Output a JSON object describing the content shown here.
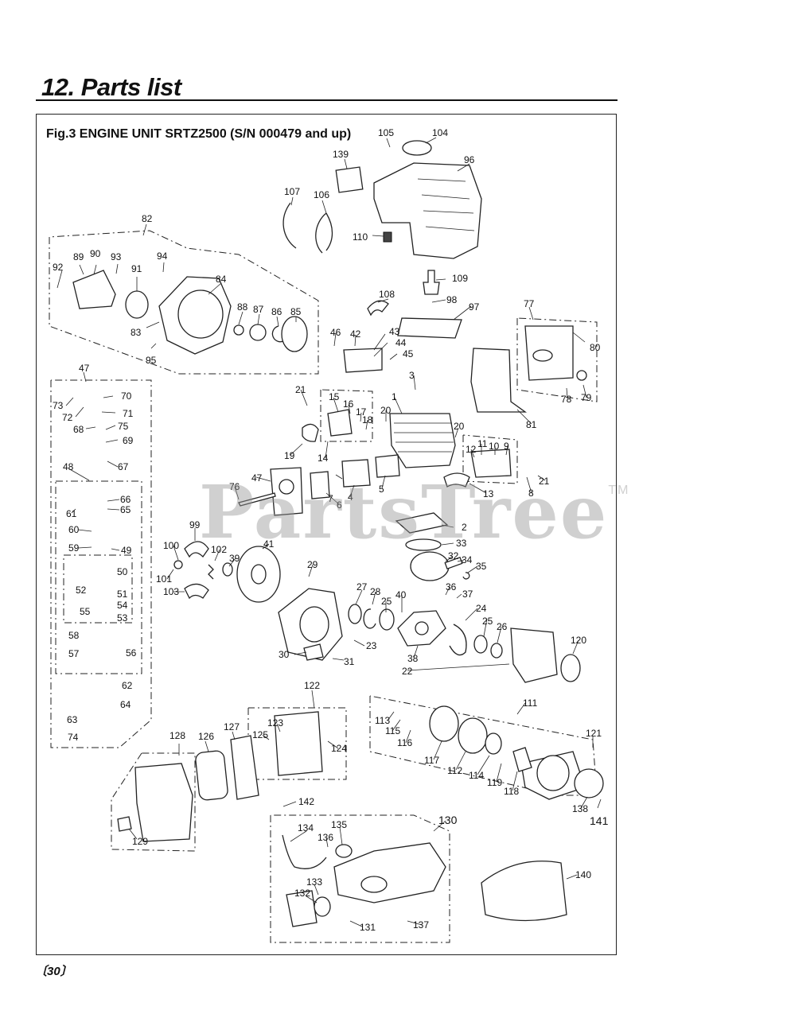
{
  "page": {
    "heading": "12. Parts list",
    "figure_title": "Fig.3 ENGINE UNIT  SRTZ2500 (S/N 000479 and up)",
    "page_number": "〔30〕",
    "watermark": "PartsTree",
    "watermark_tm": "TM"
  },
  "callouts": [
    {
      "id": "c105",
      "text": "105"
    },
    {
      "id": "c104",
      "text": "104"
    },
    {
      "id": "c139",
      "text": "139"
    },
    {
      "id": "c96",
      "text": "96"
    },
    {
      "id": "c107",
      "text": "107"
    },
    {
      "id": "c106",
      "text": "106"
    },
    {
      "id": "c110",
      "text": "110"
    },
    {
      "id": "c82",
      "text": "82"
    },
    {
      "id": "c92",
      "text": "92"
    },
    {
      "id": "c89",
      "text": "89"
    },
    {
      "id": "c90",
      "text": "90"
    },
    {
      "id": "c93",
      "text": "93"
    },
    {
      "id": "c94",
      "text": "94"
    },
    {
      "id": "c91",
      "text": "91"
    },
    {
      "id": "c84",
      "text": "84"
    },
    {
      "id": "c88",
      "text": "88"
    },
    {
      "id": "c87",
      "text": "87"
    },
    {
      "id": "c86",
      "text": "86"
    },
    {
      "id": "c85",
      "text": "85"
    },
    {
      "id": "c83",
      "text": "83"
    },
    {
      "id": "c95",
      "text": "95"
    },
    {
      "id": "c109",
      "text": "109"
    },
    {
      "id": "c108",
      "text": "108"
    },
    {
      "id": "c98",
      "text": "98"
    },
    {
      "id": "c97",
      "text": "97"
    },
    {
      "id": "c77",
      "text": "77"
    },
    {
      "id": "c46",
      "text": "46"
    },
    {
      "id": "c42",
      "text": "42"
    },
    {
      "id": "c43",
      "text": "43"
    },
    {
      "id": "c44",
      "text": "44"
    },
    {
      "id": "c45",
      "text": "45"
    },
    {
      "id": "c80",
      "text": "80"
    },
    {
      "id": "c47a",
      "text": "47"
    },
    {
      "id": "c70",
      "text": "70"
    },
    {
      "id": "c73",
      "text": "73"
    },
    {
      "id": "c72",
      "text": "72"
    },
    {
      "id": "c71",
      "text": "71"
    },
    {
      "id": "c68",
      "text": "68"
    },
    {
      "id": "c75",
      "text": "75"
    },
    {
      "id": "c69",
      "text": "69"
    },
    {
      "id": "c67",
      "text": "67"
    },
    {
      "id": "c48",
      "text": "48"
    },
    {
      "id": "c66",
      "text": "66"
    },
    {
      "id": "c65",
      "text": "65"
    },
    {
      "id": "c61",
      "text": "61"
    },
    {
      "id": "c60",
      "text": "60"
    },
    {
      "id": "c59",
      "text": "59"
    },
    {
      "id": "c49",
      "text": "49"
    },
    {
      "id": "c50",
      "text": "50"
    },
    {
      "id": "c52",
      "text": "52"
    },
    {
      "id": "c51",
      "text": "51"
    },
    {
      "id": "c54",
      "text": "54"
    },
    {
      "id": "c55",
      "text": "55"
    },
    {
      "id": "c53",
      "text": "53"
    },
    {
      "id": "c58",
      "text": "58"
    },
    {
      "id": "c57",
      "text": "57"
    },
    {
      "id": "c56",
      "text": "56"
    },
    {
      "id": "c62",
      "text": "62"
    },
    {
      "id": "c64",
      "text": "64"
    },
    {
      "id": "c63",
      "text": "63"
    },
    {
      "id": "c74",
      "text": "74"
    },
    {
      "id": "c3",
      "text": "3"
    },
    {
      "id": "c21a",
      "text": "21"
    },
    {
      "id": "c15",
      "text": "15"
    },
    {
      "id": "c16",
      "text": "16"
    },
    {
      "id": "c17",
      "text": "17"
    },
    {
      "id": "c18",
      "text": "18"
    },
    {
      "id": "c20a",
      "text": "20"
    },
    {
      "id": "c1",
      "text": "1"
    },
    {
      "id": "c78",
      "text": "78"
    },
    {
      "id": "c79",
      "text": "79"
    },
    {
      "id": "c81",
      "text": "81"
    },
    {
      "id": "c19",
      "text": "19"
    },
    {
      "id": "c14",
      "text": "14"
    },
    {
      "id": "c20b",
      "text": "20"
    },
    {
      "id": "c12",
      "text": "12"
    },
    {
      "id": "c11",
      "text": "11"
    },
    {
      "id": "c10",
      "text": "10"
    },
    {
      "id": "c9",
      "text": "9"
    },
    {
      "id": "c76",
      "text": "76"
    },
    {
      "id": "c47b",
      "text": "47"
    },
    {
      "id": "c7",
      "text": "7"
    },
    {
      "id": "c5",
      "text": "5"
    },
    {
      "id": "c6",
      "text": "6"
    },
    {
      "id": "c4",
      "text": "4"
    },
    {
      "id": "c13",
      "text": "13"
    },
    {
      "id": "c21b",
      "text": "21"
    },
    {
      "id": "c8",
      "text": "8"
    },
    {
      "id": "c2",
      "text": "2"
    },
    {
      "id": "c99",
      "text": "99"
    },
    {
      "id": "c100",
      "text": "100"
    },
    {
      "id": "c102",
      "text": "102"
    },
    {
      "id": "c41",
      "text": "41"
    },
    {
      "id": "c33",
      "text": "33"
    },
    {
      "id": "c32",
      "text": "32"
    },
    {
      "id": "c34",
      "text": "34"
    },
    {
      "id": "c35",
      "text": "35"
    },
    {
      "id": "c101",
      "text": "101"
    },
    {
      "id": "c39",
      "text": "39"
    },
    {
      "id": "c29",
      "text": "29"
    },
    {
      "id": "c103",
      "text": "103"
    },
    {
      "id": "c27",
      "text": "27"
    },
    {
      "id": "c28",
      "text": "28"
    },
    {
      "id": "c25a",
      "text": "25"
    },
    {
      "id": "c40",
      "text": "40"
    },
    {
      "id": "c36",
      "text": "36"
    },
    {
      "id": "c37",
      "text": "37"
    },
    {
      "id": "c24",
      "text": "24"
    },
    {
      "id": "c25b",
      "text": "25"
    },
    {
      "id": "c26",
      "text": "26"
    },
    {
      "id": "c120",
      "text": "120"
    },
    {
      "id": "c23",
      "text": "23"
    },
    {
      "id": "c30",
      "text": "30"
    },
    {
      "id": "c31",
      "text": "31"
    },
    {
      "id": "c38",
      "text": "38"
    },
    {
      "id": "c22",
      "text": "22"
    },
    {
      "id": "c122",
      "text": "122"
    },
    {
      "id": "c111",
      "text": "111"
    },
    {
      "id": "c113",
      "text": "113"
    },
    {
      "id": "c115",
      "text": "115"
    },
    {
      "id": "c116",
      "text": "116"
    },
    {
      "id": "c123",
      "text": "123"
    },
    {
      "id": "c125",
      "text": "125"
    },
    {
      "id": "c124",
      "text": "124"
    },
    {
      "id": "c121",
      "text": "121"
    },
    {
      "id": "c128",
      "text": "128"
    },
    {
      "id": "c126",
      "text": "126"
    },
    {
      "id": "c127",
      "text": "127"
    },
    {
      "id": "c117",
      "text": "117"
    },
    {
      "id": "c112",
      "text": "112"
    },
    {
      "id": "c114",
      "text": "114"
    },
    {
      "id": "c119",
      "text": "119"
    },
    {
      "id": "c118",
      "text": "118"
    },
    {
      "id": "c138",
      "text": "138"
    },
    {
      "id": "c141",
      "text": "141"
    },
    {
      "id": "c142",
      "text": "142"
    },
    {
      "id": "c130",
      "text": "130"
    },
    {
      "id": "c134",
      "text": "134"
    },
    {
      "id": "c135",
      "text": "135"
    },
    {
      "id": "c136",
      "text": "136"
    },
    {
      "id": "c129",
      "text": "129"
    },
    {
      "id": "c133",
      "text": "133"
    },
    {
      "id": "c132",
      "text": "132"
    },
    {
      "id": "c140",
      "text": "140"
    },
    {
      "id": "c131",
      "text": "131"
    },
    {
      "id": "c137",
      "text": "137"
    }
  ]
}
